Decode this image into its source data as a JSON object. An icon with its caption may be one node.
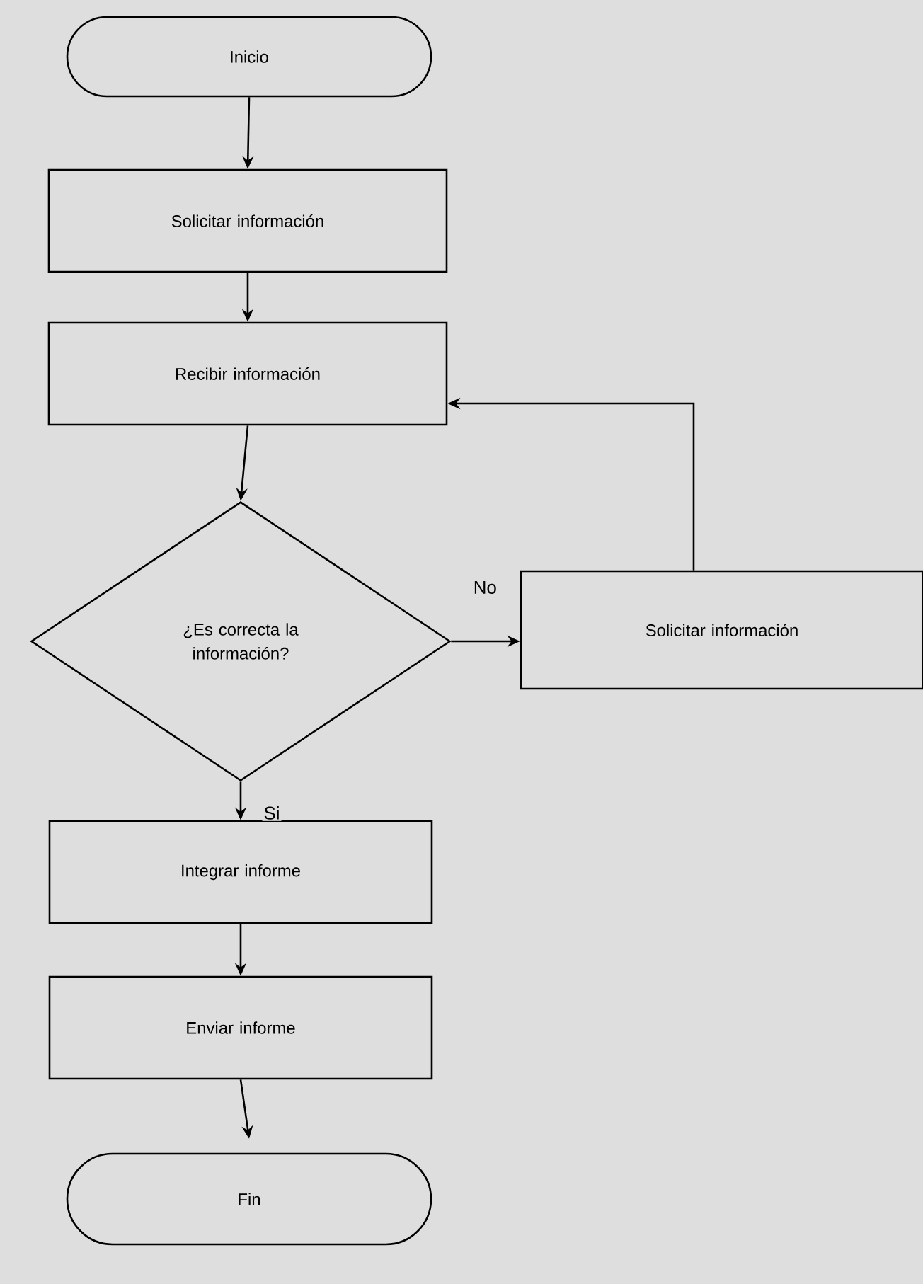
{
  "diagram": {
    "nodes": [
      {
        "text": [
          "Inicio"
        ]
      },
      {
        "text": [
          "Solicitar información"
        ]
      },
      {
        "text": [
          "Recibir información"
        ]
      },
      {
        "text": [
          "¿Es correcta la información?"
        ]
      },
      {
        "text": [
          "Solicitar información"
        ]
      },
      {
        "text": [
          "Integrar informe"
        ]
      },
      {
        "text": [
          "Enviar informe"
        ]
      },
      {
        "text": [
          "Fin"
        ]
      }
    ],
    "edges": [
      {
        "from": 0,
        "to": 1,
        "arrow": "to"
      },
      {
        "from": 1,
        "to": 2,
        "arrow": "to"
      },
      {
        "from": 2,
        "to": 3,
        "arrow": "to"
      },
      {
        "from": 3,
        "to": 4,
        "arrow": "to",
        "label": "No"
      },
      {
        "from": 4,
        "to": 2,
        "arrow": "to"
      },
      {
        "from": 3,
        "to": 5,
        "arrow": "to",
        "label": "Si"
      },
      {
        "from": 5,
        "to": 6,
        "arrow": "to"
      },
      {
        "from": 6,
        "to": 7,
        "arrow": "to"
      }
    ]
  }
}
